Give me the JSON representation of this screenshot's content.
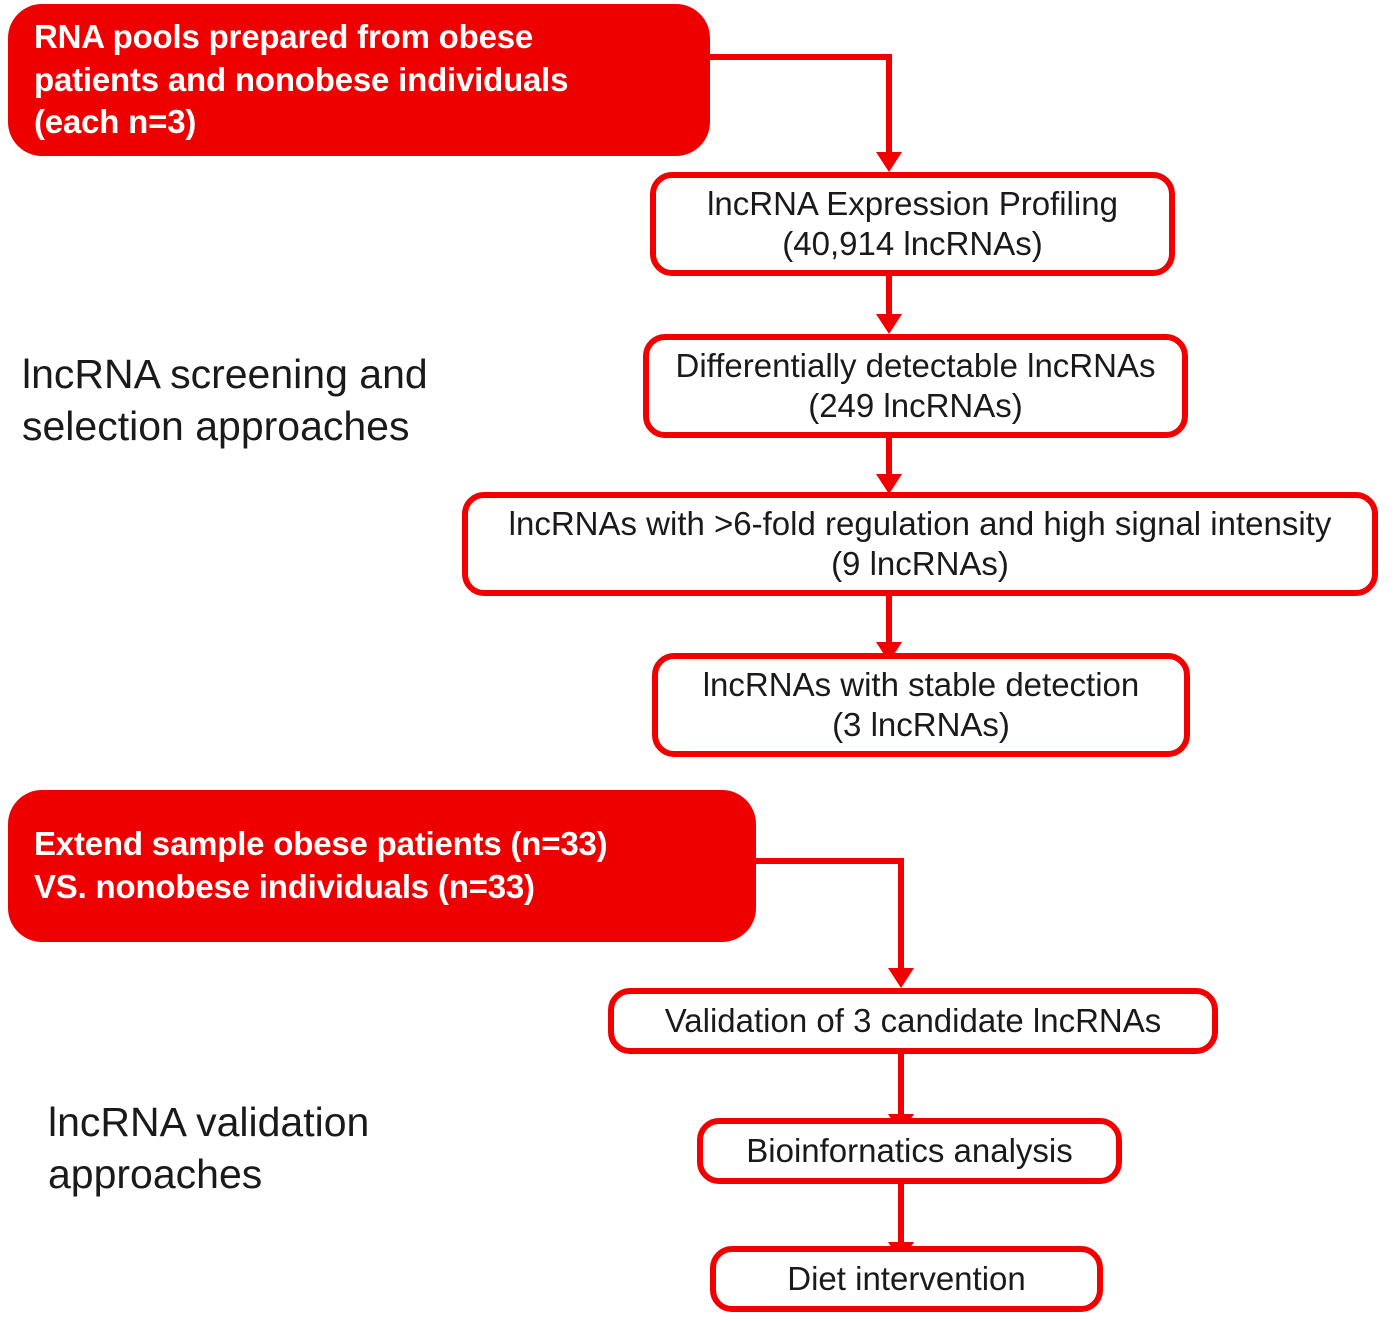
{
  "figure": {
    "type": "flowchart",
    "orientation": "top-to-bottom",
    "accent_color": "#ee0000",
    "outline_color": "#f20000",
    "text_color": "#1a1a1a",
    "background_color": "#ffffff"
  },
  "sections": [
    {
      "caption": "lncRNA screening and\nselection approaches"
    },
    {
      "caption": "lncRNA validation\napproaches"
    }
  ],
  "nodes": {
    "rna_pools": "RNA pools prepared from obese\npatients and nonobese individuals\n(each n=3)",
    "expression_profiling": "lncRNA  Expression Profiling\n(40,914 lncRNAs)",
    "differentially_detectable": "Differentially detectable lncRNAs\n(249 lncRNAs)",
    "fold_regulation": "lncRNAs with >6-fold regulation and high signal intensity\n(9 lncRNAs)",
    "stable_detection": "lncRNAs with stable detection\n(3 lncRNAs)",
    "extend_sample": "Extend sample obese patients  (n=33)\nVS. nonobese individuals (n=33)",
    "validation": "Validation of 3 candidate lncRNAs",
    "bioinformatics": "Bioinfornatics analysis",
    "diet_intervention": "Diet intervention"
  },
  "edges": [
    {
      "from": "rna_pools",
      "to": "expression_profiling",
      "style": "elbow-right-down"
    },
    {
      "from": "expression_profiling",
      "to": "differentially_detectable",
      "style": "straight-down"
    },
    {
      "from": "differentially_detectable",
      "to": "fold_regulation",
      "style": "straight-down"
    },
    {
      "from": "fold_regulation",
      "to": "stable_detection",
      "style": "straight-down"
    },
    {
      "from": "extend_sample",
      "to": "validation",
      "style": "elbow-right-down"
    },
    {
      "from": "validation",
      "to": "bioinformatics",
      "style": "straight-down"
    },
    {
      "from": "bioinformatics",
      "to": "diet_intervention",
      "style": "straight-down"
    }
  ]
}
